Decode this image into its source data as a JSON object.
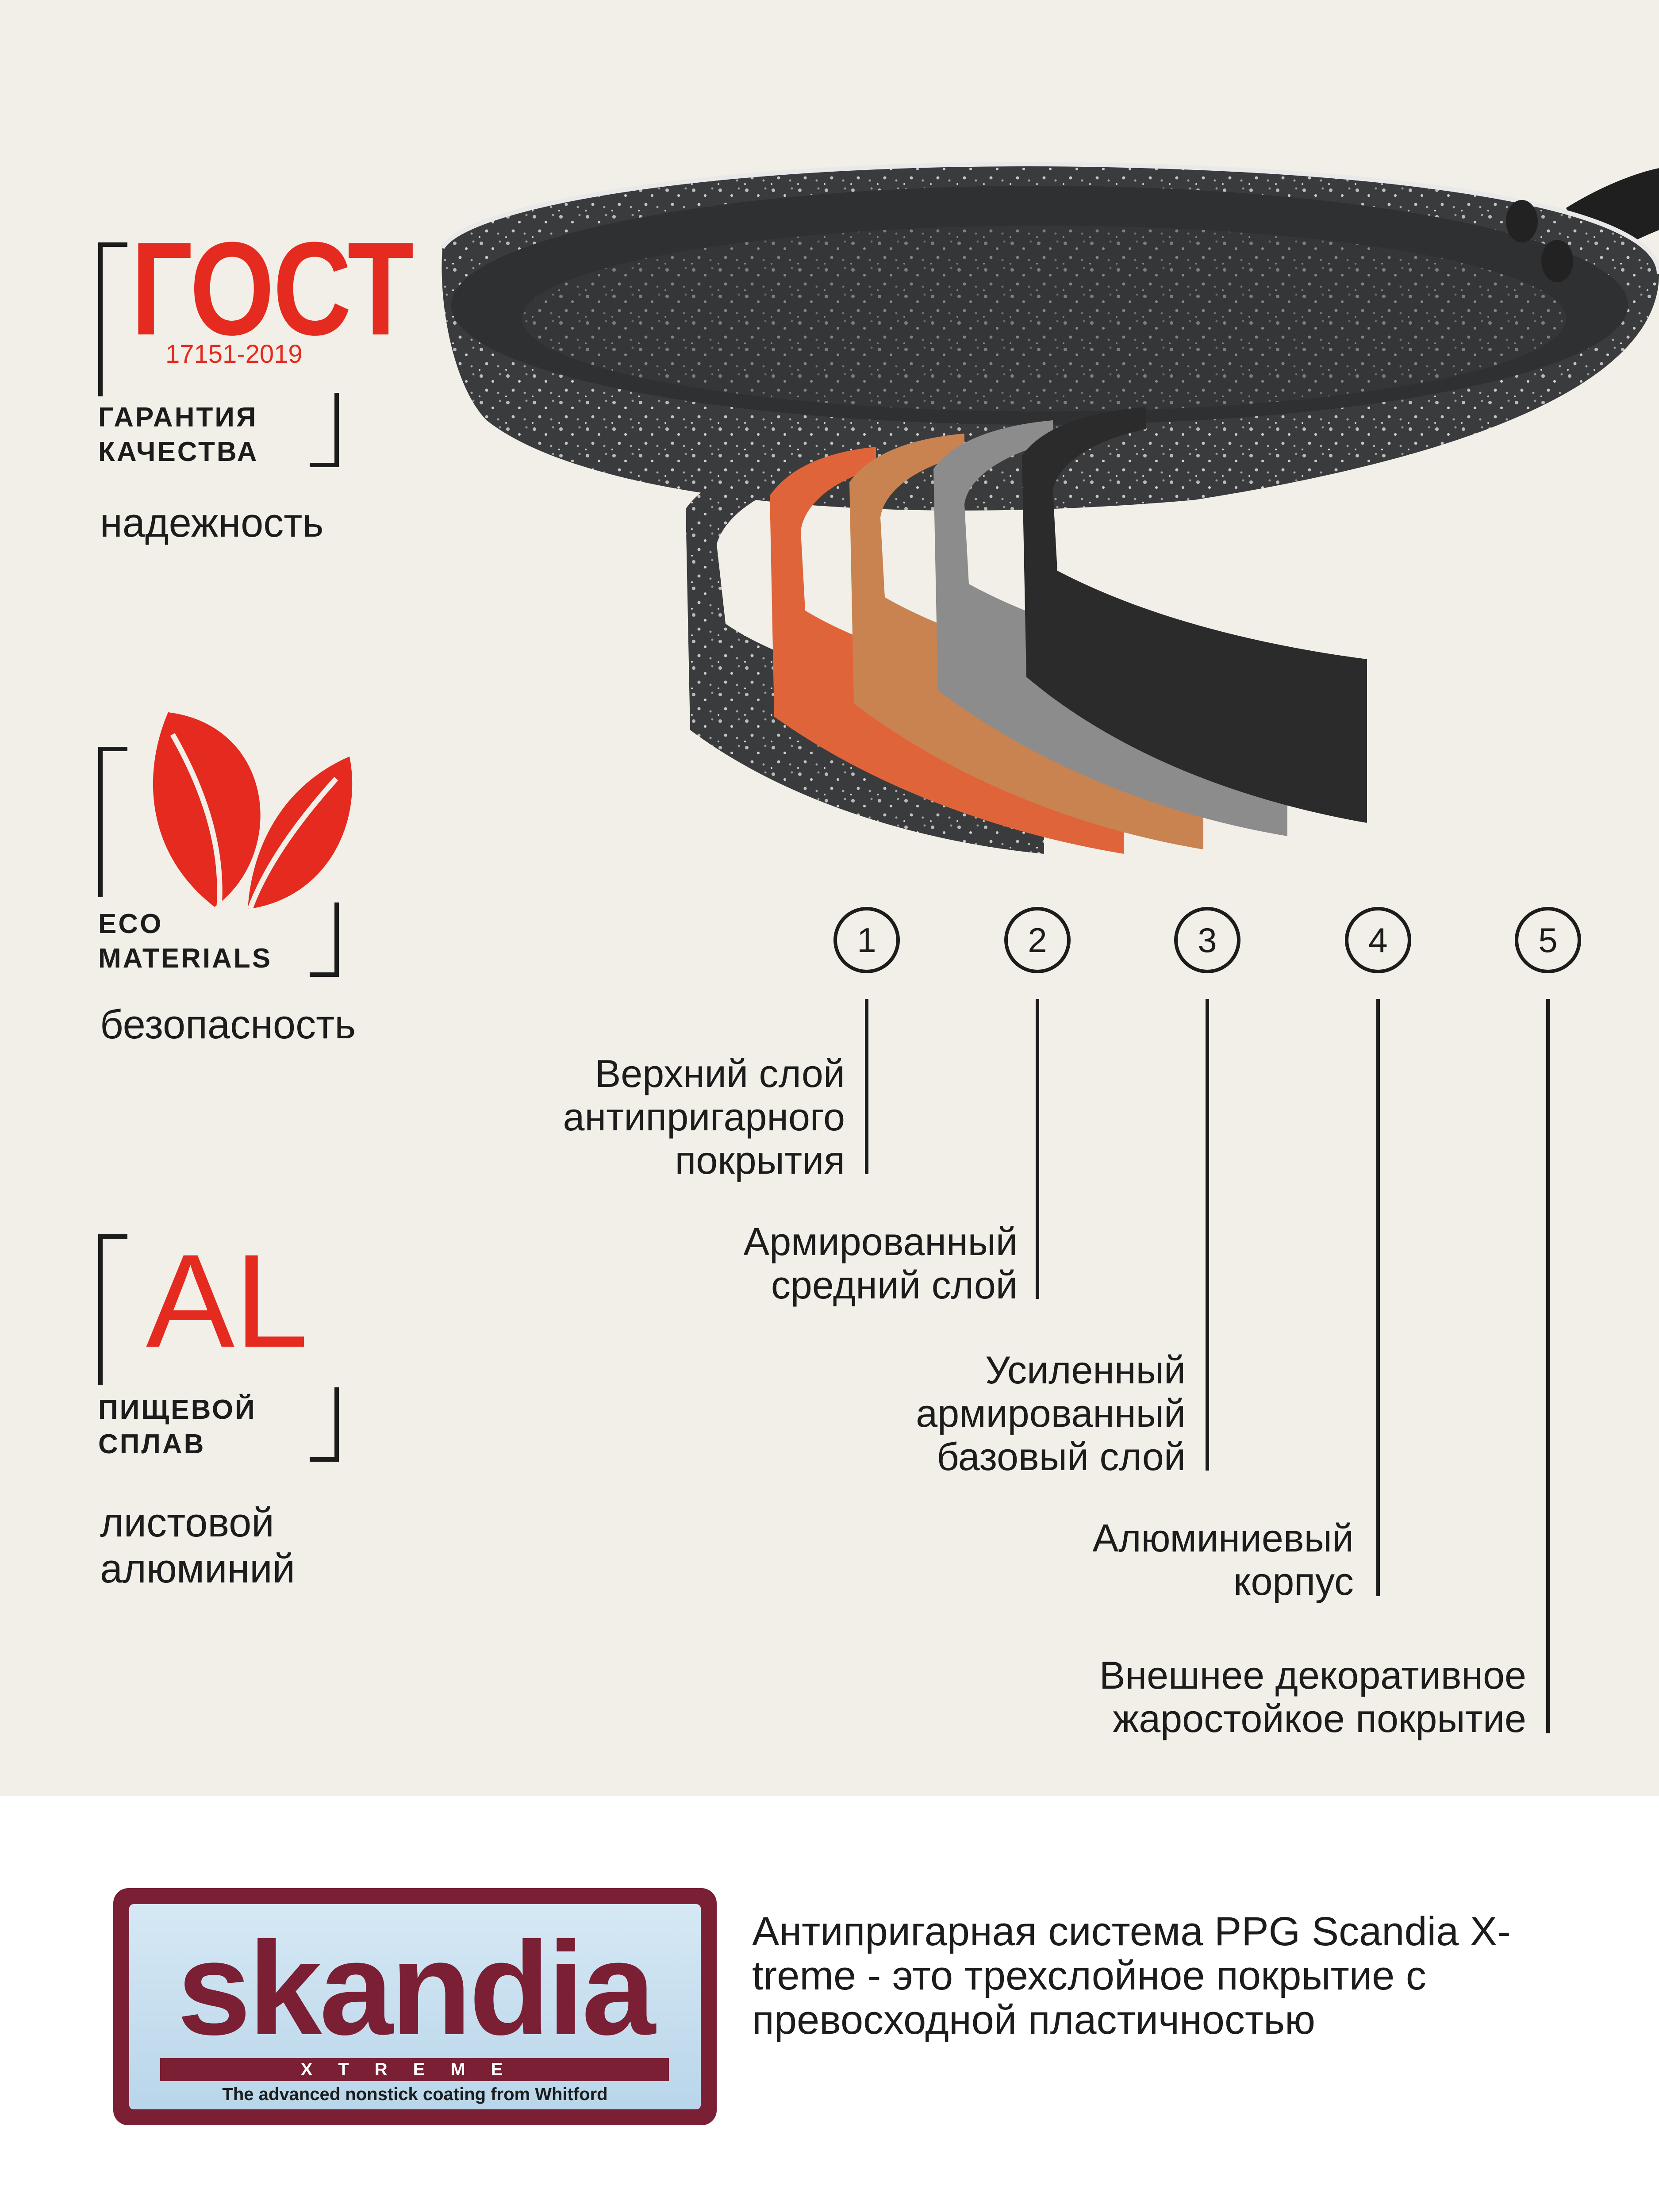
{
  "badges": {
    "gost": {
      "title": "ГОСТ",
      "code": "17151-2019",
      "caption_line1": "ГАРАНТИЯ",
      "caption_line2": "КАЧЕСТВА",
      "feature": "надежность"
    },
    "eco": {
      "caption_line1": "ECO",
      "caption_line2": "MATERIALS",
      "feature": "безопасность"
    },
    "al": {
      "title": "AL",
      "caption_line1": "ПИЩЕВОЙ",
      "caption_line2": "СПЛАВ",
      "feature_line1": "листовой",
      "feature_line2": "алюминий"
    }
  },
  "layers": [
    {
      "number": "1",
      "label": "Верхний  слой\nантипригарного\nпокрытия"
    },
    {
      "number": "2",
      "label": "Армированный\nсредний слой"
    },
    {
      "number": "3",
      "label": "Усиленный\nармированный\nбазовый слой"
    },
    {
      "number": "4",
      "label": "Алюминиевый\nкорпус"
    },
    {
      "number": "5",
      "label": "Внешнее декоративное\nжаростойкое покрытие"
    }
  ],
  "logo": {
    "word": "skandia",
    "sub": "XTREME",
    "tagline": "The advanced nonstick coating from Whitford"
  },
  "description": "Антипригарная система PPG Scandia X-treme - это трехслойное покрытие с превосходной пластичностью",
  "colors": {
    "background": "#f1efe7",
    "accent_red": "#e52a1f",
    "logo_maroon": "#7a1f34",
    "layer_orange": "#e0643a",
    "layer_copper": "#c98350",
    "layer_gray": "#8c8c8c",
    "layer_dark": "#2b2b2b"
  }
}
